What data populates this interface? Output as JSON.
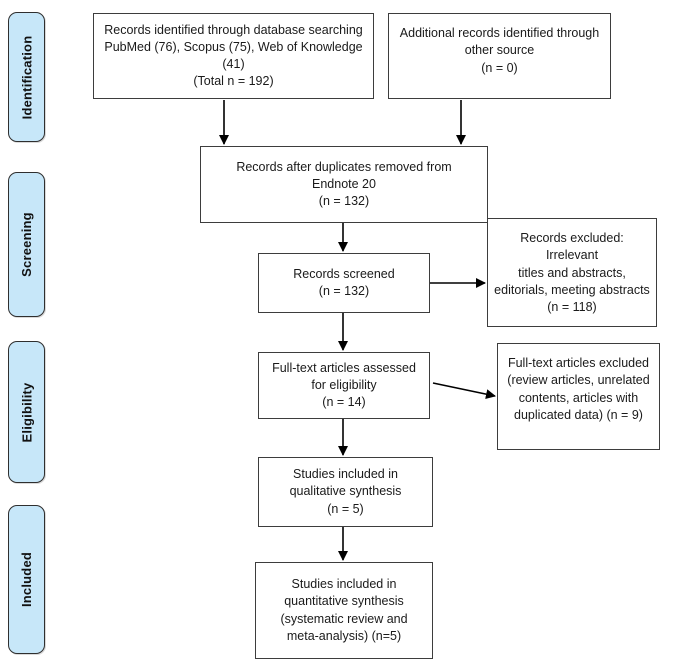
{
  "diagram_type": "prisma-flow-diagram",
  "stages": [
    {
      "label": "Identification"
    },
    {
      "label": "Screening"
    },
    {
      "label": "Eligibility"
    },
    {
      "label": "Included"
    }
  ],
  "boxes": {
    "database_search": {
      "text": "Records identified through database searching\nPubMed (76), Scopus (75), Web of Knowledge\n(41)\n(Total n = 192)"
    },
    "additional_records": {
      "text": "Additional records identified through\nother source\n(n = 0)"
    },
    "duplicates_removed": {
      "text": "Records after duplicates removed from\nEndnote 20\n(n = 132)"
    },
    "records_screened": {
      "text": "Records screened\n(n = 132)"
    },
    "records_excluded": {
      "text": "Records excluded: Irrelevant\ntitles and abstracts,\neditorials, meeting abstracts\n(n = 118)"
    },
    "fulltext_assessed": {
      "text": "Full-text articles assessed\nfor eligibility\n(n = 14)"
    },
    "fulltext_excluded": {
      "text": "Full-text articles excluded\n(review articles, unrelated\ncontents, articles with\nduplicated data) (n = 9)"
    },
    "qualitative_synthesis": {
      "text": "Studies included in\nqualitative synthesis\n(n = 5)"
    },
    "quantitative_synthesis": {
      "text": "Studies included in\nquantitative synthesis\n(systematic review and\nmeta-analysis) (n=5)"
    }
  },
  "colors": {
    "stage_fill": "#c7e7f9",
    "stage_border": "#2f2f2f",
    "box_border": "#3d3d3d",
    "arrow": "#000000",
    "text": "#1a1a1a",
    "background": "#ffffff"
  }
}
